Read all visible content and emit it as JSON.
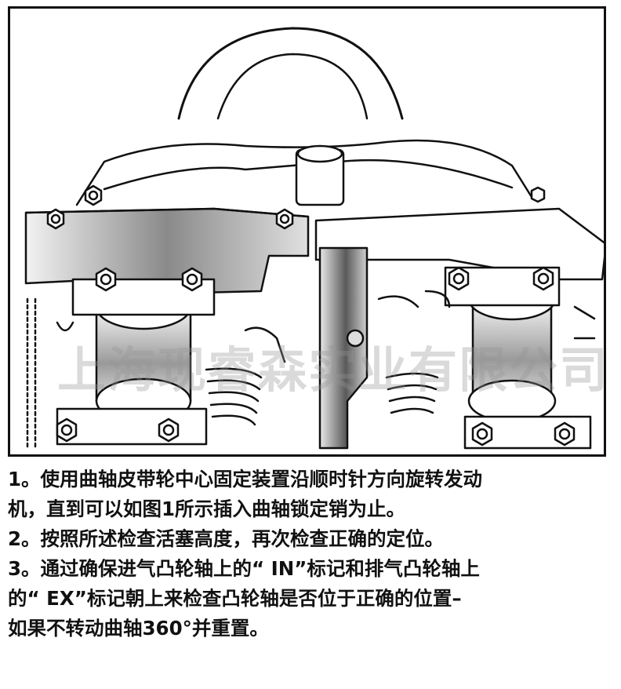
{
  "watermark": "上海现睿森实业有限公司",
  "instructions": [
    "1。使用曲轴皮带轮中心固定装置沿顺时针方向旋转发动",
    "机，直到可以如图1所示插入曲轴锁定销为止。",
    "2。按照所述检查活塞高度，再次检查正确的定位。",
    "3。通过确保进气凸轮轴上的“ IN”标记和排气凸轮轴上",
    "的“ EX”标记朝上来检查凸轮轴是否位于正确的位置–",
    "如果不转动曲轴360°并重置。"
  ]
}
